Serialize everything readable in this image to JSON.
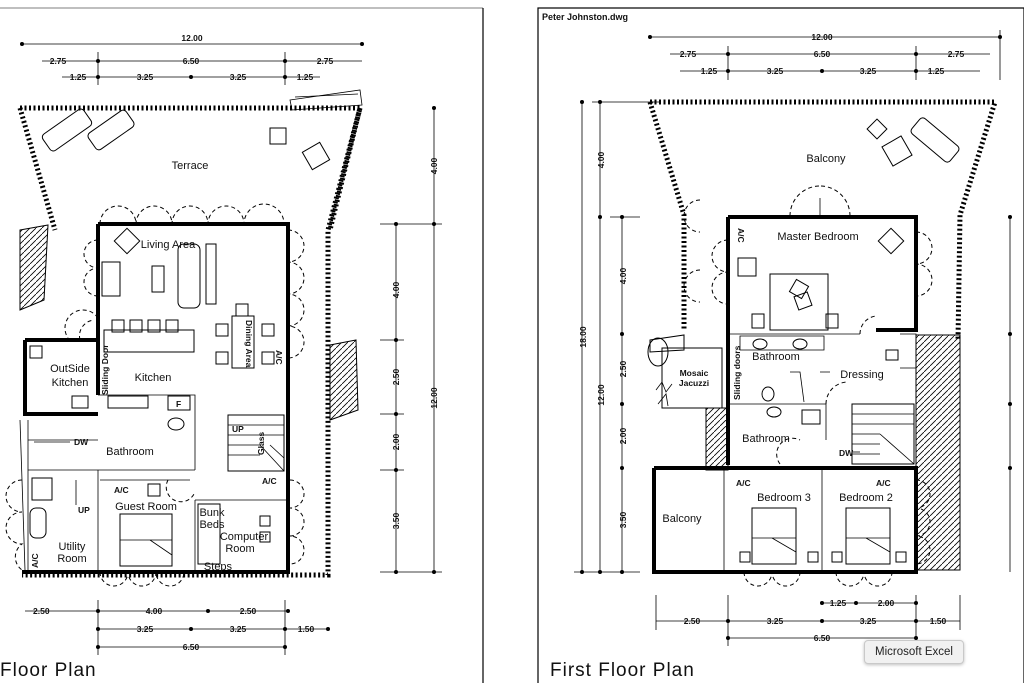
{
  "file_label": "Peter Johnston.dwg",
  "ground_floor": {
    "caption": "Floor Plan",
    "top_dims": {
      "overall": "12.00",
      "row2": [
        "2.75",
        "6.50",
        "2.75"
      ],
      "row3": [
        "1.25",
        "3.25",
        "3.25",
        "1.25"
      ]
    },
    "right_dims": {
      "inner": [
        "4.00",
        "2.50",
        "2.00",
        "3.50"
      ],
      "outer": [
        "4.00",
        "12.00"
      ]
    },
    "bottom_dims": {
      "row1": [
        "2.50",
        "4.00",
        "2.50"
      ],
      "row2": [
        "3.25",
        "3.25",
        "1.50"
      ],
      "row3": "6.50"
    },
    "rooms": {
      "terrace": "Terrace",
      "living": "Living Area",
      "dining": "Dining Area",
      "outside_kitchen_1": "OutSide",
      "outside_kitchen_2": "Kitchen",
      "kitchen": "Kitchen",
      "sliding_door": "Sliding Door",
      "bathroom": "Bathroom",
      "guest_room": "Guest Room",
      "bunk_beds_1": "Bunk",
      "bunk_beds_2": "Beds",
      "computer_room_1": "Computer",
      "computer_room_2": "Room",
      "utility_room_1": "Utility",
      "utility_room_2": "Room",
      "steps": "Steps",
      "glass": "Glass",
      "fridge": "F",
      "dw": "DW",
      "up": "UP",
      "up2": "UP",
      "ac": "A/C",
      "ac2": "A/C",
      "ac3": "A/C",
      "ac4": "A/C"
    }
  },
  "first_floor": {
    "caption": "First Floor Plan",
    "top_dims": {
      "overall": "12.00",
      "row2": [
        "2.75",
        "6.50",
        "2.75"
      ],
      "row3": [
        "1.25",
        "3.25",
        "3.25",
        "1.25"
      ]
    },
    "left_dims": {
      "outer": "18.00",
      "mid": [
        "4.00",
        "12.00"
      ],
      "inner": [
        "4.00",
        "2.50",
        "2.00",
        "3.50"
      ]
    },
    "bottom_dims": {
      "row0": [
        "1.25",
        "2.00"
      ],
      "row1": [
        "2.50",
        "3.25",
        "3.25",
        "1.50"
      ],
      "row2": "6.50"
    },
    "rooms": {
      "balcony_top": "Balcony",
      "master_bedroom": "Master Bedroom",
      "bathroom_1": "Bathroom",
      "dressing": "Dressing",
      "mosaic_1": "Mosaic",
      "mosaic_2": "Jacuzzi",
      "sliding_doors": "Sliding doors",
      "bathroom_2": "Bathroom",
      "bedroom_3": "Bedroom 3",
      "bedroom_2": "Bedroom 2",
      "balcony_left": "Balcony",
      "dw": "DW",
      "ac": "A/C",
      "ac2": "A/C",
      "ac3": "A/C"
    }
  },
  "tooltip": "Microsoft Excel"
}
